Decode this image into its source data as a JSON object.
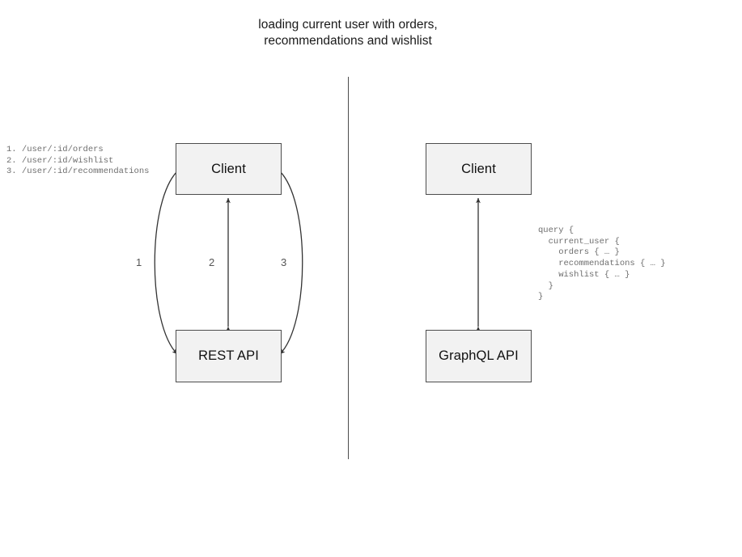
{
  "title": "loading current user with orders,\nrecommendations and wishlist",
  "colors": {
    "box_fill": "#f2f2f2",
    "box_border": "#4d4d4d",
    "edge_stroke": "#333333",
    "code_text": "#6e6e6e",
    "title_text": "#1a1a1a",
    "divider": "#4d4d4d"
  },
  "divider": {
    "orientation": "vertical",
    "label": "rest-vs-graphql-divider"
  },
  "rest_panel": {
    "client_label": "Client",
    "api_label": "REST API",
    "endpoint_list": "1. /user/:id/orders\n2. /user/:id/wishlist\n3. /user/:id/recommendations",
    "endpoints": [
      {
        "number": "1.",
        "path": "/user/:id/orders"
      },
      {
        "number": "2.",
        "path": "/user/:id/wishlist"
      },
      {
        "number": "3.",
        "path": "/user/:id/recommendations"
      }
    ],
    "edges": [
      {
        "id": "1",
        "label": "1",
        "shape": "curve-left",
        "direction": "bidirectional"
      },
      {
        "id": "2",
        "label": "2",
        "shape": "straight",
        "direction": "bidirectional"
      },
      {
        "id": "3",
        "label": "3",
        "shape": "curve-right",
        "direction": "bidirectional"
      }
    ]
  },
  "graphql_panel": {
    "client_label": "Client",
    "api_label": "GraphQL API",
    "query": "query {\n  current_user {\n    orders { … }\n    recommendations { … }\n    wishlist { … }\n  }\n}",
    "edges": [
      {
        "id": "q",
        "label": "",
        "shape": "straight",
        "direction": "bidirectional"
      }
    ]
  }
}
